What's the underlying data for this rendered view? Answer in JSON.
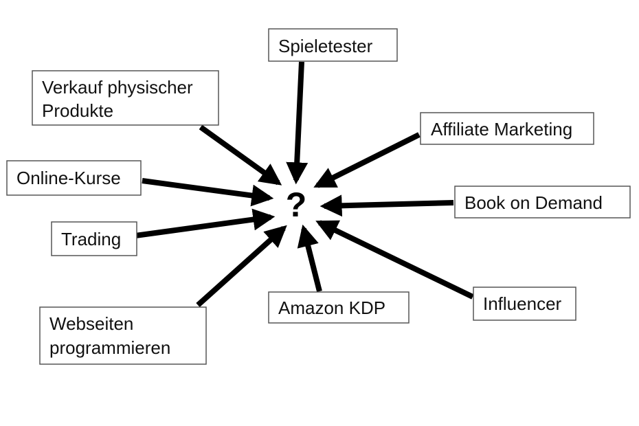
{
  "diagram": {
    "center_symbol": "?",
    "nodes": [
      {
        "id": "spieletester",
        "lines": [
          "Spieletester"
        ]
      },
      {
        "id": "verkauf-physischer-produkte",
        "lines": [
          "Verkauf physischer",
          "Produkte"
        ]
      },
      {
        "id": "affiliate-marketing",
        "lines": [
          "Affiliate Marketing"
        ]
      },
      {
        "id": "online-kurse",
        "lines": [
          "Online-Kurse"
        ]
      },
      {
        "id": "book-on-demand",
        "lines": [
          "Book on Demand"
        ]
      },
      {
        "id": "trading",
        "lines": [
          "Trading"
        ]
      },
      {
        "id": "amazon-kdp",
        "lines": [
          "Amazon KDP"
        ]
      },
      {
        "id": "influencer",
        "lines": [
          "Influencer"
        ]
      },
      {
        "id": "webseiten-programmieren",
        "lines": [
          "Webseiten",
          "programmieren"
        ]
      }
    ]
  }
}
